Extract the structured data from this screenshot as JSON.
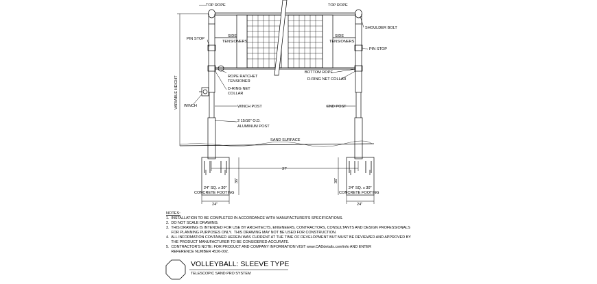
{
  "labels": {
    "top_rope_left": "TOP ROPE",
    "top_rope_right": "TOP ROPE",
    "shoulder_bolt": "SHOULDER BOLT",
    "pin_stop_left": "PIN STOP",
    "pin_stop_right": "PIN STOP",
    "side_tensioners_left_1": "SIDE",
    "side_tensioners_left_2": "TENSIONERS",
    "side_tensioners_right_1": "SIDE",
    "side_tensioners_right_2": "TENSIONERS",
    "variable_height": "VARIABLE HEIGHT",
    "rope_ratchet_1": "ROPE RATCHET",
    "rope_ratchet_2": "TENSIONER",
    "dring_left_1": "D-RING NET",
    "dring_left_2": "COLLAR",
    "bottom_rope": "BOTTOM ROPE",
    "dring_right": "D-RING NET COLLAR",
    "winch": "WINCH",
    "winch_post": "WINCH POST",
    "end_post": "END POST",
    "post_size_1": "2 15/16\" O.D.",
    "post_size_2": "ALUMINUM POST",
    "sand_surface": "SAND SURFACE",
    "span": "37'",
    "depth_left": "36\"",
    "depth_right": "36\"",
    "footing_left_1": "24\" SQ. x 30\"",
    "footing_left_2": "CONCRETE FOOTING",
    "footing_right_1": "24\" SQ. x 30\"",
    "footing_right_2": "CONCRETE FOOTING",
    "width_left": "24\"",
    "width_right": "24\""
  },
  "notes": {
    "heading": "NOTES:",
    "n1": "1.  INSTALLATION TO BE COMPLETED IN ACCORDANCE WITH MANUFACTURER'S SPECIFICATIONS.",
    "n2": "2.  DO NOT SCALE DRAWING.",
    "n3": "3.  THIS DRAWING IS INTENDED FOR USE BY ARCHITECTS, ENGINEERS, CONTRACTORS, CONSULTANTS AND DESIGN PROFESSIONALS\n     FOR PLANNING PURPOSES ONLY.  THIS DRAWING MAY NOT BE USED FOR CONSTRUCTION.",
    "n4": "4.  ALL INFORMATION CONTAINED HEREIN WAS CURRENT AT THE TIME OF DEVELOPMENT BUT MUST BE REVIEWED AND APPROVED BY\n     THE PRODUCT MANUFACTURER TO BE CONSIDERED ACCURATE.",
    "n5": "5.  CONTRACTOR'S NOTE: FOR PRODUCT AND COMPANY INFORMATION VISIT www.CADdetails.com/info AND ENTER\n     REFERENCE NUMBER 4526-002."
  },
  "title_block": {
    "title": "VOLLEYBALL: SLEEVE TYPE",
    "subtitle": "TELESCOPIC SAND PRO SYSTEM"
  }
}
